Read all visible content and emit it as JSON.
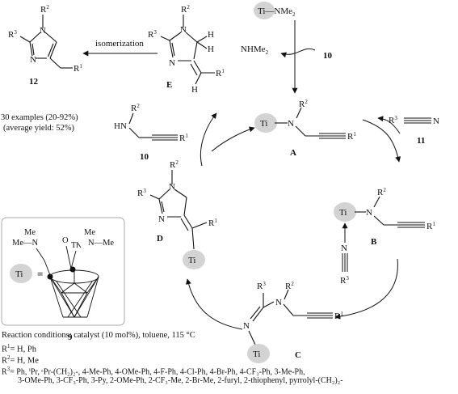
{
  "reagents": {
    "ti_nme2": "Ti—NMe",
    "ti_nme2_sub": "2",
    "nhme2": "NHMe",
    "nhme2_sub": "2",
    "ten_top": "10",
    "ti": "Ti"
  },
  "labels": {
    "compound_12": "12",
    "compound_E": "E",
    "compound_A": "A",
    "compound_B": "B",
    "compound_C": "C",
    "compound_D": "D",
    "compound_10": "10",
    "compound_11": "11",
    "catalyst_9": "9",
    "isomerization": "isomerization"
  },
  "examples": {
    "line1": "30 examples (20-92%)",
    "line2": "(average yield: 52%)"
  },
  "atoms": {
    "N": "N",
    "H": "H",
    "HN": "HN",
    "O": "O",
    "Me": "Me",
    "R1": "R",
    "R2": "R",
    "R3": "R",
    "sup1": "1",
    "sup2": "2",
    "sup3": "3"
  },
  "catalyst": {
    "equals": "=",
    "me_n_left": "Me—N",
    "me_top": "Me",
    "n_me_right": "N—Me",
    "me_right_top": "Me"
  },
  "conditions": {
    "line1": "Reaction conditions: catalyst (10 mol%), toluene, 115 °C",
    "line2_pre": "R",
    "line2_sup": "1",
    "line2_post": "= H, Ph",
    "line3_pre": "R",
    "line3_sup": "2",
    "line3_post": "= H, Me",
    "line4_pre": "R",
    "line4_sup": "3",
    "line4_post": "= Ph, ⁱPr, ᶜPr-(CH₂)₂-, 4-Me-Ph, 4-OMe-Ph, 4-F-Ph, 4-Cl-Ph, 4-Br-Ph, 4-CF₃-Ph, 3-Me-Ph,",
    "line5": "3-OMe-Ph, 3-CF₃-Ph, 3-Py,  2-OMe-Ph, 2-CF₃-Me, 2-Br-Me, 2-furyl, 2-thiophenyl, pyrrolyl-(CH₂)₂-"
  },
  "colors": {
    "ti_circle": "#d3d3d3",
    "box_border": "#aaaaaa",
    "line": "#111111"
  }
}
